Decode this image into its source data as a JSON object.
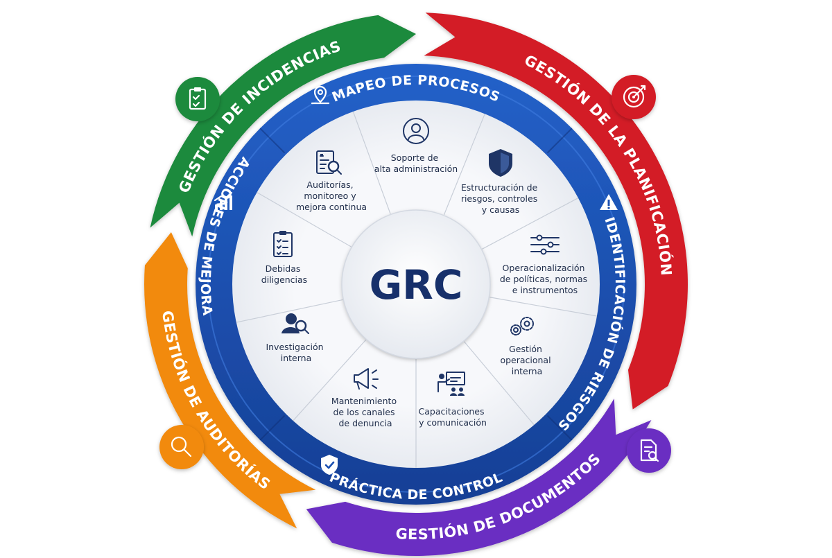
{
  "center": {
    "label": "GRC"
  },
  "outer_ring": {
    "segments": [
      {
        "id": "incidencias",
        "label": "GESTIÓN DE INCIDENCIAS",
        "color": "#1e8a3c",
        "icon": "clipboard-check-icon"
      },
      {
        "id": "planificacion",
        "label": "GESTIÓN DE LA PLANIFICACIÓN",
        "color": "#d31f26",
        "icon": "target-icon"
      },
      {
        "id": "documentos",
        "label": "GESTIÓN DE DOCUMENTOS",
        "color": "#6a2fc2",
        "icon": "document-search-icon"
      },
      {
        "id": "auditorias",
        "label": "GESTIÓN DE AUDITORÍAS",
        "color": "#f28a0f",
        "icon": "magnifier-icon"
      }
    ]
  },
  "blue_band": {
    "color": "#1a4fb0",
    "labels": [
      {
        "id": "mapeo",
        "label": "MAPEO DE PROCESOS",
        "icon": "location-pin-icon"
      },
      {
        "id": "identificacion",
        "label": "IDENTIFICACIÓN DE RIESGOS",
        "icon": "warning-icon"
      },
      {
        "id": "practica",
        "label": "PRÁCTICA DE CONTROL",
        "icon": "shield-check-icon"
      },
      {
        "id": "acciones",
        "label": "ACCIONES DE MEJORA",
        "icon": "bar-chart-icon"
      }
    ]
  },
  "inner_segments": [
    {
      "id": "soporte",
      "lines": [
        "Soporte de",
        "alta administración"
      ],
      "icon": "user-circle-icon"
    },
    {
      "id": "estructuracion",
      "lines": [
        "Estructuración de",
        "riesgos, controles",
        "y causas"
      ],
      "icon": "shield-icon"
    },
    {
      "id": "operacionalizacion",
      "lines": [
        "Operacionalización",
        "de políticas, normas",
        "e instrumentos"
      ],
      "icon": "sliders-icon"
    },
    {
      "id": "gestion-operacional",
      "lines": [
        "Gestión",
        "operacional",
        "interna"
      ],
      "icon": "gears-icon"
    },
    {
      "id": "capacitaciones",
      "lines": [
        "Capacitaciones",
        "y comunicación"
      ],
      "icon": "presentation-icon"
    },
    {
      "id": "mantenimiento",
      "lines": [
        "Mantenimiento",
        "de los canales",
        "de denuncia"
      ],
      "icon": "megaphone-icon"
    },
    {
      "id": "investigacion",
      "lines": [
        "Investigación",
        "interna"
      ],
      "icon": "user-search-icon"
    },
    {
      "id": "debidas",
      "lines": [
        "Debidas",
        "diligencias"
      ],
      "icon": "checklist-icon"
    },
    {
      "id": "auditorias-monitoreo",
      "lines": [
        "Auditorías,",
        "monitoreo y",
        "mejora continua"
      ],
      "icon": "report-search-icon"
    }
  ]
}
